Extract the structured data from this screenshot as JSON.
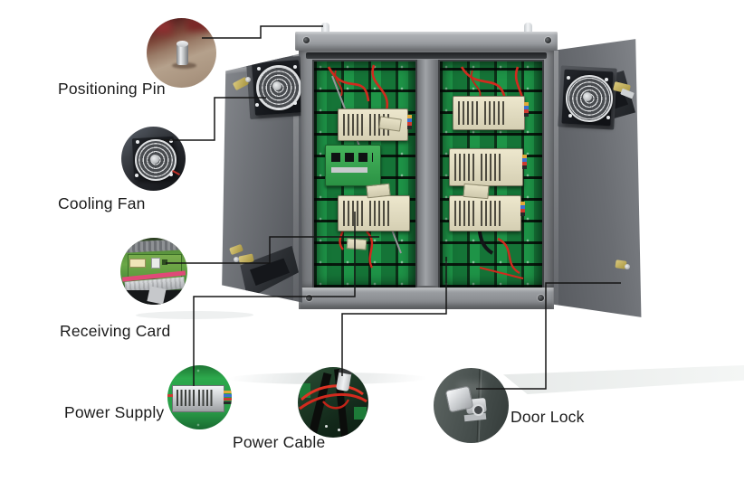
{
  "figure": {
    "type": "annotated-product-diagram",
    "callouts": [
      {
        "id": "positioning-pin",
        "label": "Positioning Pin"
      },
      {
        "id": "cooling-fan",
        "label": "Cooling Fan"
      },
      {
        "id": "receiving-card",
        "label": "Receiving Card"
      },
      {
        "id": "power-supply",
        "label": "Power Supply"
      },
      {
        "id": "power-cable",
        "label": "Power Cable"
      },
      {
        "id": "door-lock",
        "label": "Door Lock"
      }
    ],
    "colors": {
      "background": "#ffffff",
      "callout_line": "#151515",
      "label_text": "#1b1b1b",
      "cabinet_gray": "#85888c",
      "pcb_green": "#1e9447",
      "psu_beige": "#e2dcc2",
      "cable_red": "#d22a1e"
    }
  }
}
